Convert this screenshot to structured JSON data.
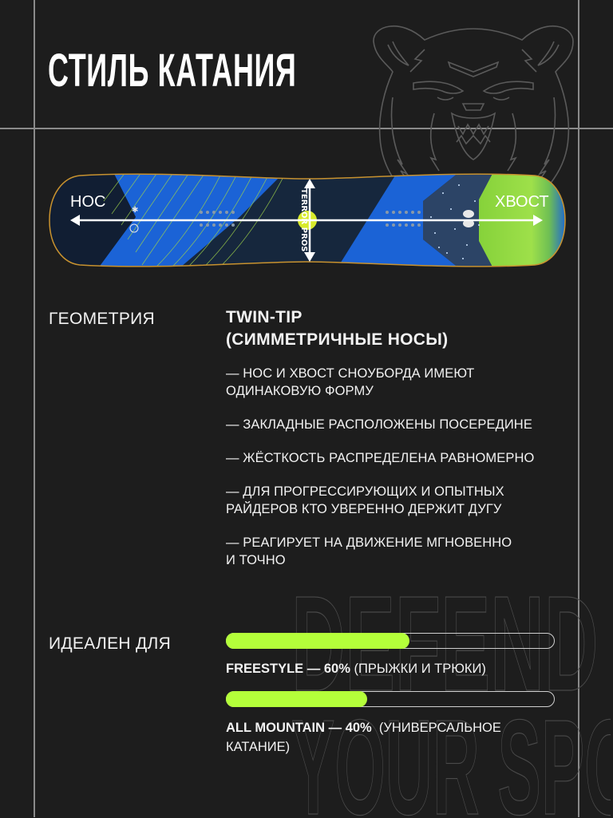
{
  "header": {
    "title": "СТИЛЬ КАТАНИЯ"
  },
  "board": {
    "nose_label": "НОС",
    "tail_label": "ХВОСТ",
    "brand_text": "TERROR PROS",
    "colors": {
      "base": "#16273d",
      "blue": "#1b63d6",
      "green": "#86d23a",
      "edge": "#c8922f",
      "center_disc": "#d8ea2a"
    }
  },
  "geometry": {
    "label": "ГЕОМЕТРИЯ",
    "title_line1": "TWIN-TIP",
    "title_line2": "(СИММЕТРИЧНЫЕ НОСЫ)",
    "bullets": [
      {
        "line1": "— НОС И ХВОСТ СНОУБОРДА ИМЕЮТ",
        "line2": "ОДИНАКОВУЮ ФОРМУ"
      },
      {
        "line1": "— ЗАКЛАДНЫЕ РАСПОЛОЖЕНЫ ПОСЕРЕДИНЕ",
        "line2": ""
      },
      {
        "line1": "— ЖЁСТКОСТЬ РАСПРЕДЕЛЕНА РАВНОМЕРНО",
        "line2": ""
      },
      {
        "line1": "— ДЛЯ ПРОГРЕССИРУЮЩИХ И ОПЫТНЫХ",
        "line2": "РАЙДЕРОВ КТО УВЕРЕННО ДЕРЖИТ ДУГУ"
      },
      {
        "line1": "— РЕАГИРУЕТ НА ДВИЖЕНИЕ МГНОВЕННО",
        "line2": "И ТОЧНО"
      }
    ]
  },
  "ideal_for": {
    "label": "ИДЕАЛЕН ДЛЯ",
    "accent_color": "#b4ff3a",
    "items": [
      {
        "name": "FREESTYLE — 60%",
        "desc": " (ПРЫЖКИ И ТРЮКИ)",
        "desc2": "",
        "percent": 60
      },
      {
        "name": "ALL MOUNTAIN — 40%",
        "desc": "  (УНИВЕРСАЛЬНОЕ",
        "desc2": "КАТАНИЕ)",
        "percent": 40
      }
    ]
  },
  "watermark": {
    "line1": "DEFEND",
    "line2": "YOUR SPOT"
  },
  "chart_data": {
    "type": "bar",
    "title": "ИДЕАЛЕН ДЛЯ",
    "categories": [
      "FREESTYLE",
      "ALL MOUNTAIN"
    ],
    "values": [
      60,
      40
    ],
    "xlabel": "",
    "ylabel": "%",
    "ylim": [
      0,
      100
    ]
  }
}
